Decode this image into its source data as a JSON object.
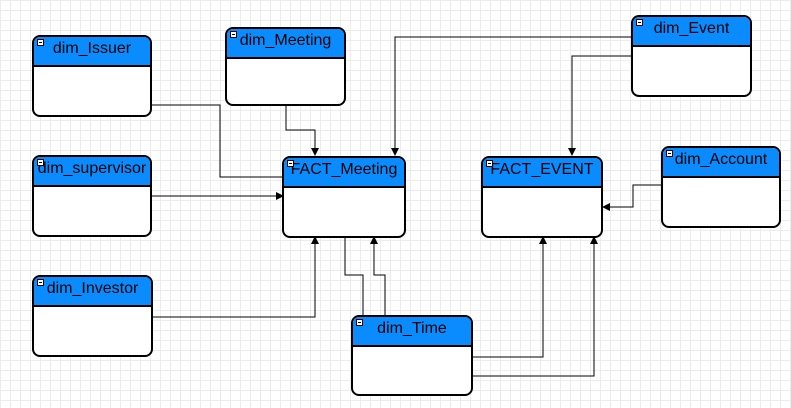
{
  "diagram": {
    "tables": {
      "dim_issuer": {
        "title": "dim_Issuer"
      },
      "dim_meeting": {
        "title": "dim_Meeting"
      },
      "dim_event": {
        "title": "dim_Event"
      },
      "dim_supervisor": {
        "title": "dim_supervisor"
      },
      "fact_meeting": {
        "title": "FACT_Meeting"
      },
      "fact_event": {
        "title": "FACT_EVENT"
      },
      "dim_account": {
        "title": "dim_Account"
      },
      "dim_investor": {
        "title": "dim_Investor"
      },
      "dim_time": {
        "title": "dim_Time"
      }
    },
    "relationships": [
      {
        "from": "dim_Issuer",
        "to": "FACT_Meeting"
      },
      {
        "from": "dim_Meeting",
        "to": "FACT_Meeting"
      },
      {
        "from": "dim_Event",
        "to": "FACT_Meeting"
      },
      {
        "from": "dim_Event",
        "to": "FACT_EVENT"
      },
      {
        "from": "dim_supervisor",
        "to": "FACT_Meeting"
      },
      {
        "from": "dim_Investor",
        "to": "FACT_Meeting"
      },
      {
        "from": "dim_Time",
        "to": "FACT_Meeting"
      },
      {
        "from": "dim_Time",
        "to": "FACT_EVENT"
      },
      {
        "from": "dim_Account",
        "to": "FACT_EVENT"
      }
    ],
    "colors": {
      "header": "#0a8cff",
      "border": "#000000",
      "grid": "#ececec"
    }
  }
}
